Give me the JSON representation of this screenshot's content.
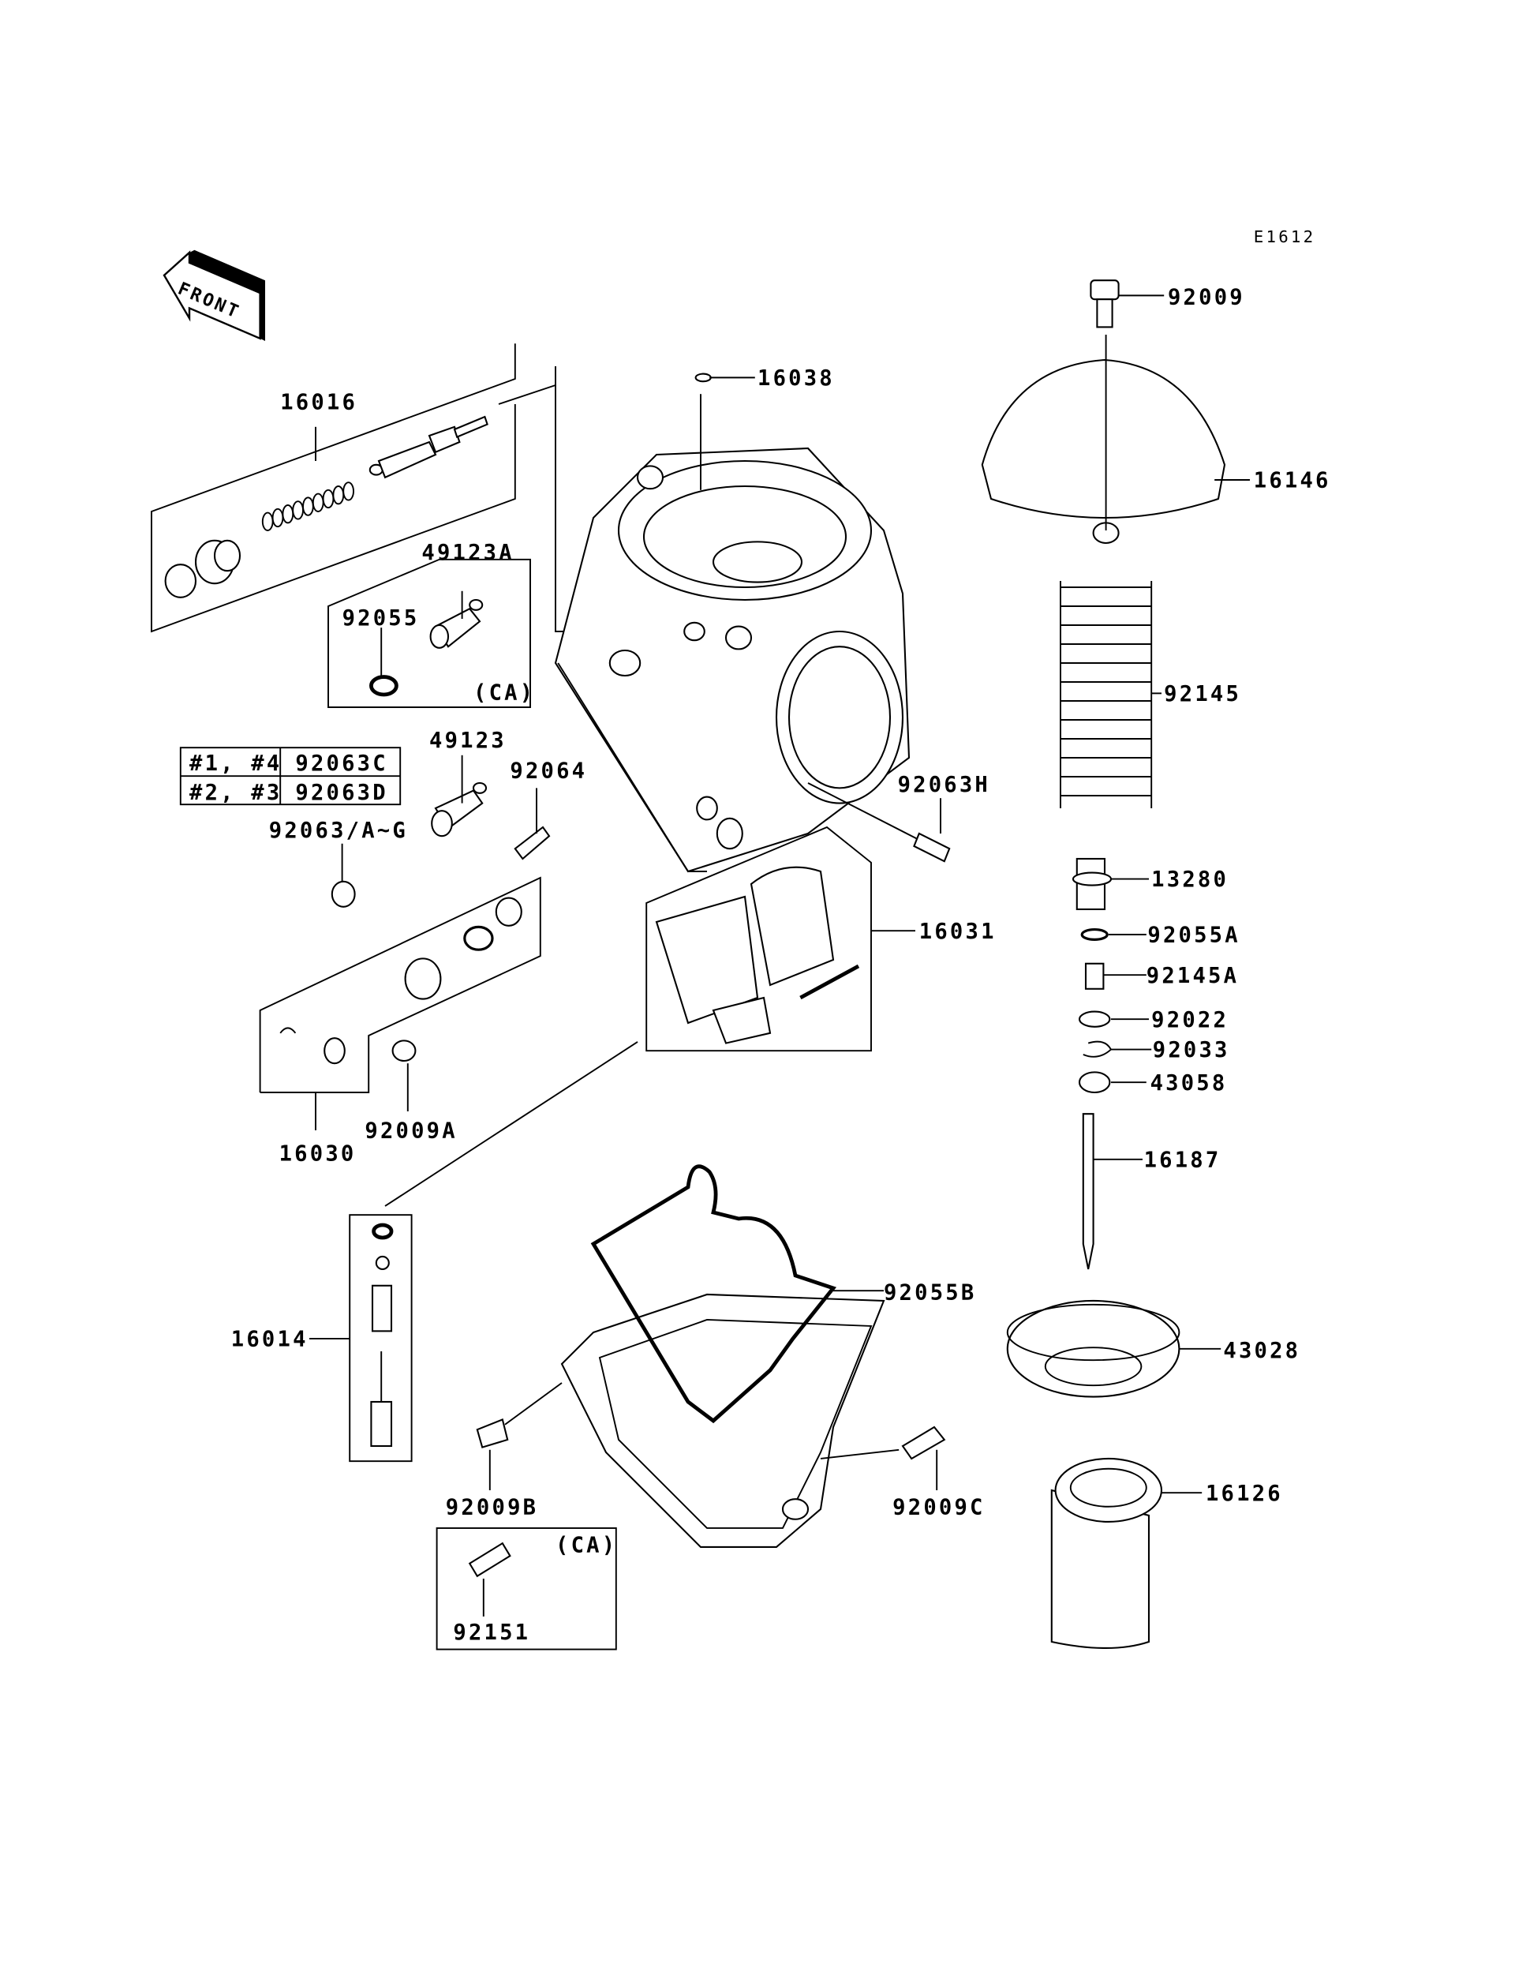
{
  "diagram_code": "E1612",
  "front_arrow": "FRONT",
  "callouts": [
    "92009",
    "16038",
    "16146",
    "16016",
    "49123A",
    "92055",
    "(CA)",
    "49123",
    "92064",
    "92063/A~G",
    "92063H",
    "92145",
    "13280",
    "92055A",
    "92145A",
    "92022",
    "92033",
    "43058",
    "16187",
    "16031",
    "16030",
    "92009A",
    "16014",
    "92055B",
    "43028",
    "16126",
    "92009B",
    "92009C",
    "92151",
    "(CA)"
  ],
  "cylinder_table": {
    "rows": [
      {
        "cylinders": "#1, #4",
        "part": "92063C"
      },
      {
        "cylinders": "#2, #3",
        "part": "92063D"
      }
    ]
  }
}
